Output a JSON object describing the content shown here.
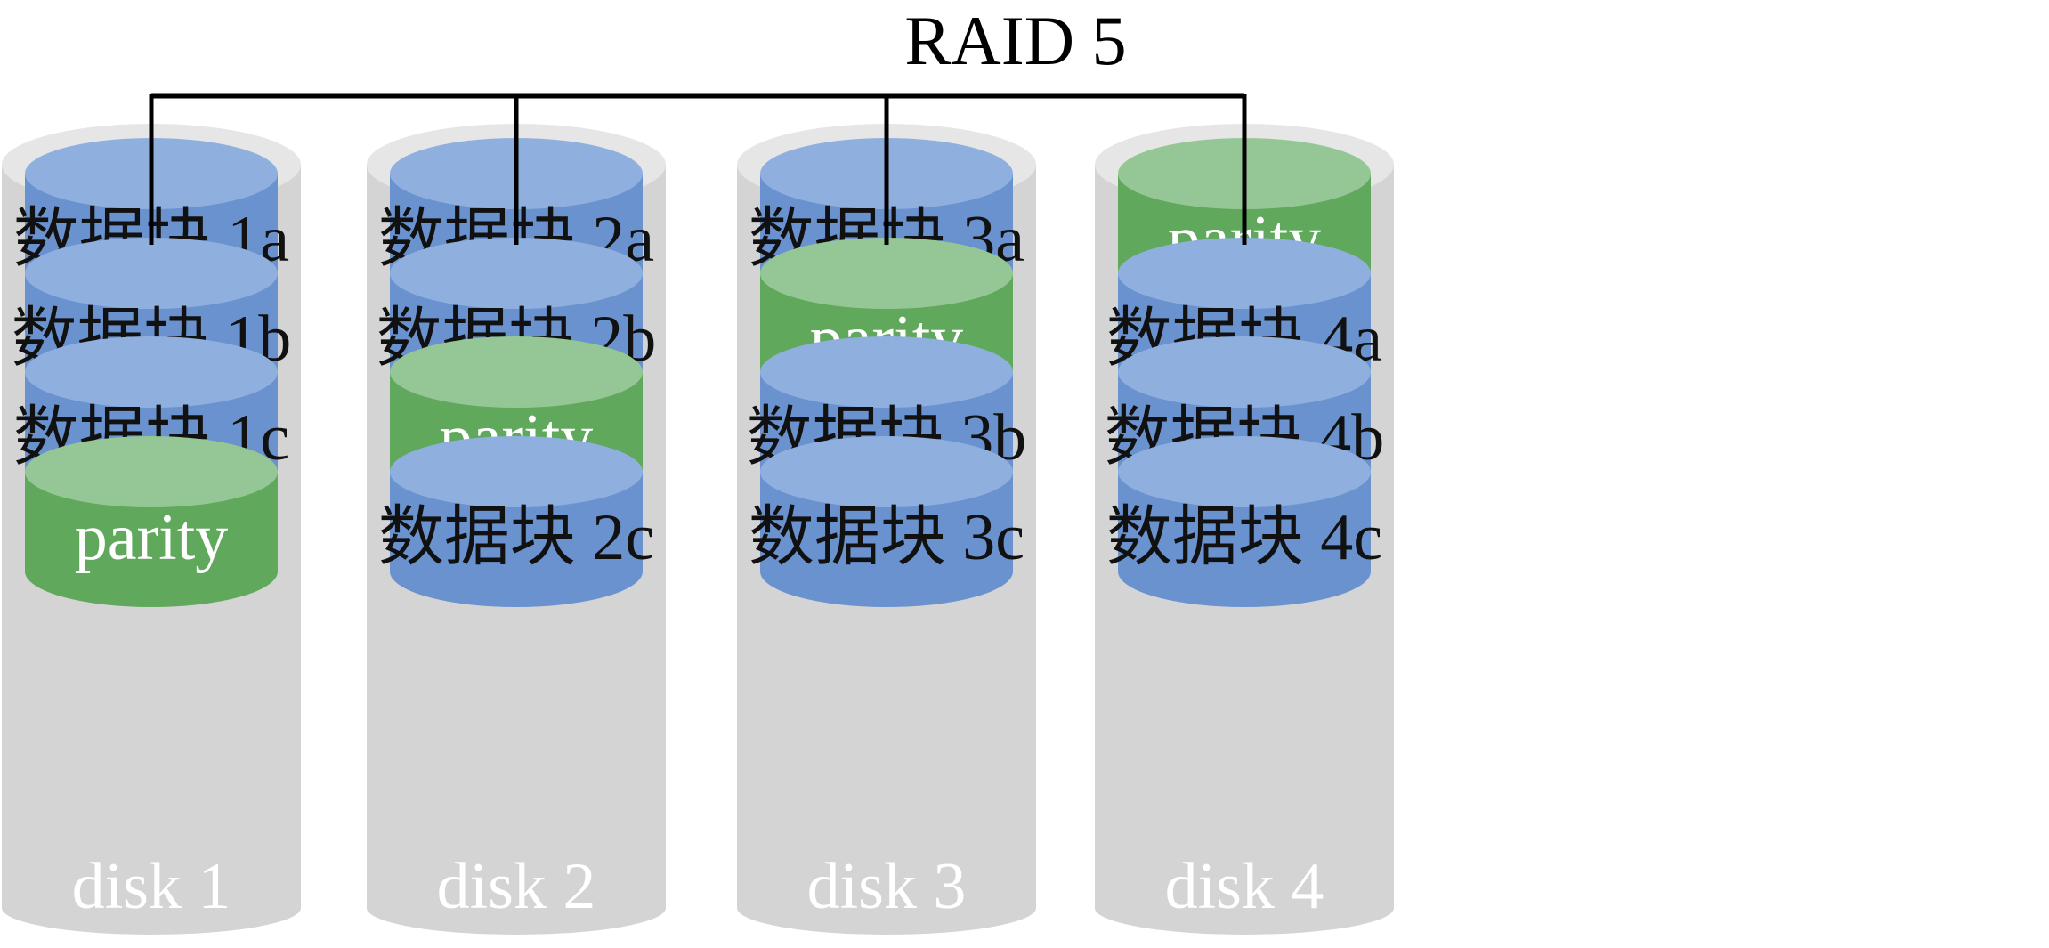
{
  "title": "RAID 5",
  "colors": {
    "data_block": "#6a92cf",
    "data_block_top": "#8fb0df",
    "parity_block": "#60a85c",
    "parity_block_top": "#95c796",
    "disk_shell": "#d4d4d4",
    "bus_line": "#000000"
  },
  "disks": [
    {
      "label": "disk 1",
      "blocks": [
        {
          "type": "data",
          "label": "数据块 1a"
        },
        {
          "type": "data",
          "label": "数据块 1b"
        },
        {
          "type": "data",
          "label": "数据块 1c"
        },
        {
          "type": "parity",
          "label": "parity"
        }
      ]
    },
    {
      "label": "disk 2",
      "blocks": [
        {
          "type": "data",
          "label": "数据块 2a"
        },
        {
          "type": "data",
          "label": "数据块 2b"
        },
        {
          "type": "parity",
          "label": "parity"
        },
        {
          "type": "data",
          "label": "数据块 2c"
        }
      ]
    },
    {
      "label": "disk 3",
      "blocks": [
        {
          "type": "data",
          "label": "数据块 3a"
        },
        {
          "type": "parity",
          "label": "parity"
        },
        {
          "type": "data",
          "label": "数据块 3b"
        },
        {
          "type": "data",
          "label": "数据块 3c"
        }
      ]
    },
    {
      "label": "disk 4",
      "blocks": [
        {
          "type": "parity",
          "label": "parity"
        },
        {
          "type": "data",
          "label": "数据块 4a"
        },
        {
          "type": "data",
          "label": "数据块 4b"
        },
        {
          "type": "data",
          "label": "数据块 4c"
        }
      ]
    }
  ]
}
